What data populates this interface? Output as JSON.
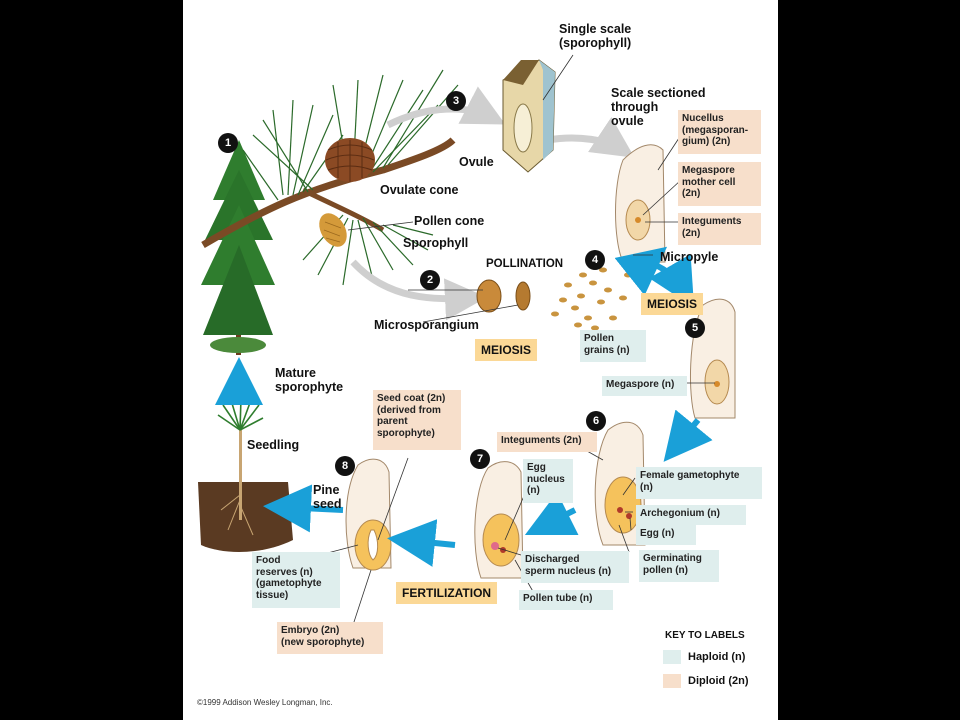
{
  "colors": {
    "haploid": "#dfeeed",
    "diploid": "#f7dfcb",
    "stage": "#fbd896",
    "blue_arrow": "#1aa0d8",
    "gray_arrow": "#cfcfcf"
  },
  "steps": [
    "1",
    "2",
    "3",
    "4",
    "5",
    "6",
    "7",
    "8"
  ],
  "labels": {
    "single_scale": "Single scale\n(sporophyll)",
    "scale_sectioned": "Scale sectioned\nthrough\novule",
    "ovule": "Ovule",
    "ovulate_cone": "Ovulate cone",
    "pollen_cone": "Pollen cone",
    "sporophyll": "Sporophyll",
    "microsporangium": "Microsporangium",
    "micropyle": "Micropyle",
    "mature_sporophyte": "Mature\nsporophyte",
    "seedling": "Seedling",
    "pine_seed": "Pine\nseed"
  },
  "stages": {
    "pollination": "POLLINATION",
    "meiosis_left": "MEIOSIS",
    "meiosis_right": "MEIOSIS",
    "fertilization": "FERTILIZATION"
  },
  "boxes": {
    "nucellus": "Nucellus\n(megasporan-\ngium) (2n)",
    "megaspore_mother": "Megaspore\nmother cell\n(2n)",
    "integuments_top": "Integuments\n(2n)",
    "pollen_grains": "Pollen\ngrains (n)",
    "megaspore": "Megaspore (n)",
    "integuments_mid": "Integuments (2n)",
    "female_gametophyte": "Female gametophyte\n(n)",
    "archegonium": "Archegonium (n)",
    "egg": "Egg (n)",
    "germinating_pollen": "Germinating\npollen (n)",
    "egg_nucleus": "Egg\nnucleus\n(n)",
    "discharged_sperm": "Discharged\nsperm nucleus (n)",
    "pollen_tube": "Pollen tube (n)",
    "seed_coat": "Seed coat (2n)\n(derived from\nparent\nsporophyte)",
    "food_reserves": "Food\nreserves (n)\n(gametophyte\ntissue)",
    "embryo": "Embryo (2n)\n(new sporophyte)"
  },
  "key": {
    "title": "KEY TO LABELS",
    "haploid": "Haploid (n)",
    "diploid": "Diploid (2n)"
  },
  "copyright": "©1999 Addison Wesley Longman, Inc."
}
